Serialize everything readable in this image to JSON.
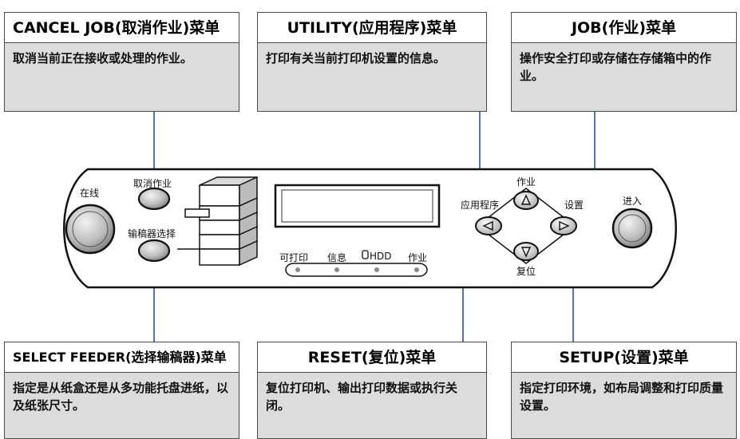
{
  "boxes": {
    "cancel_job": {
      "title": "CANCEL JOB(取消作业)菜单",
      "desc": "取消当前正在接收或处理的作业。"
    },
    "utility": {
      "title": "UTILITY(应用程序)菜单",
      "desc": "打印有关当前打印机设置的信息。"
    },
    "job": {
      "title": "JOB(作业)菜单",
      "desc": "操作安全打印或存储在存储箱中的作业。"
    },
    "select_feeder": {
      "title": "SELECT FEEDER(选择输稿器)菜单",
      "desc": "指定是从纸盒还是从多功能托盘进纸，以及纸张尺寸。"
    },
    "reset": {
      "title": "RESET(复位)菜单",
      "desc": "复位打印机、输出打印数据或执行关闭。"
    },
    "setup": {
      "title": "SETUP(设置)菜单",
      "desc": "指定打印环境，如布局调整和打印质量设置。"
    }
  },
  "panel": {
    "online": "在线",
    "cancel_job": "取消作业",
    "select_feeder": "输稿器选择",
    "enter": "进入",
    "job": "作业",
    "utility": "应用程序",
    "setup": "设置",
    "reset": "复位",
    "indicators": [
      "可打印",
      "信息",
      "HDD",
      "作业"
    ]
  }
}
